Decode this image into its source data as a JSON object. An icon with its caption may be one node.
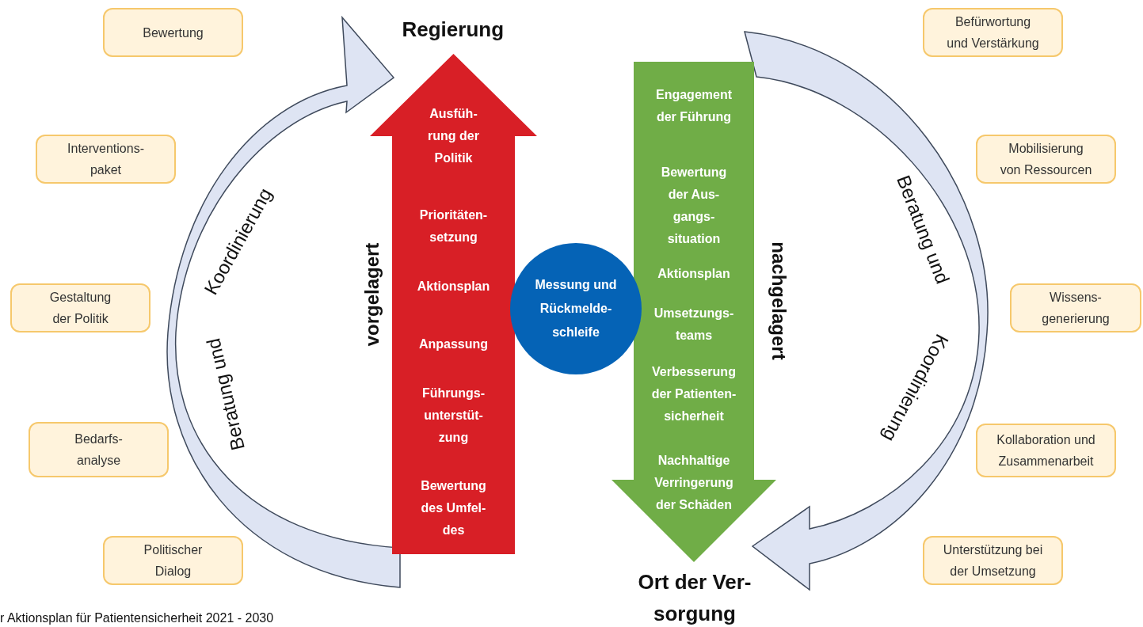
{
  "diagram": {
    "nodes": [
      {
        "text": [
          "Bewertung"
        ]
      },
      {
        "text": [
          "Interventions- paket"
        ]
      },
      {
        "text": [
          "Gestaltung der Politik"
        ]
      },
      {
        "text": [
          "Bedarfs- analyse"
        ]
      },
      {
        "text": [
          "Politischer Dialog"
        ]
      },
      {
        "text": [
          "Ausfüh- rung der Politik",
          "Prioritäten- setzung",
          "Aktionsplan",
          "Anpassung",
          "Führungs- unterstüt- zung",
          "Bewertung des Umfel- des"
        ],
        "beside": [
          "Regierung"
        ]
      },
      {
        "text": [
          "Messung und Rückmelde- schleife"
        ]
      },
      {
        "text": [
          "Engagement der Führung",
          "Bewertung der Aus- gangs- situation",
          "Aktionsplan",
          "Umsetzungs- teams",
          "Verbesserung der Patienten- sicherheit",
          "Nachhaltige Verringerung der Schäden"
        ],
        "beside": [
          "Ort der Ver- sorgung"
        ]
      },
      {
        "text": [
          "Befürwortung und Verstärkung"
        ]
      },
      {
        "text": [
          "Mobilisierung von Ressourcen"
        ]
      },
      {
        "text": [
          "Wissens- generierung"
        ]
      },
      {
        "text": [
          "Kollaboration und Zusammenarbeit"
        ]
      },
      {
        "text": [
          "Unterstützung bei der Umsetzung"
        ]
      }
    ],
    "edges": [
      {
        "from": 5,
        "to": 5,
        "arrow": "to"
      },
      {
        "from": 7,
        "to": 7,
        "arrow": "to"
      }
    ],
    "labels": [
      "Koordinierung",
      "Beratung und",
      "vorgelagert",
      "nachgelagert",
      "Beratung und",
      "Koordinierung",
      "r Aktionsplan für Patientensicherheit 2021 - 2030"
    ]
  }
}
